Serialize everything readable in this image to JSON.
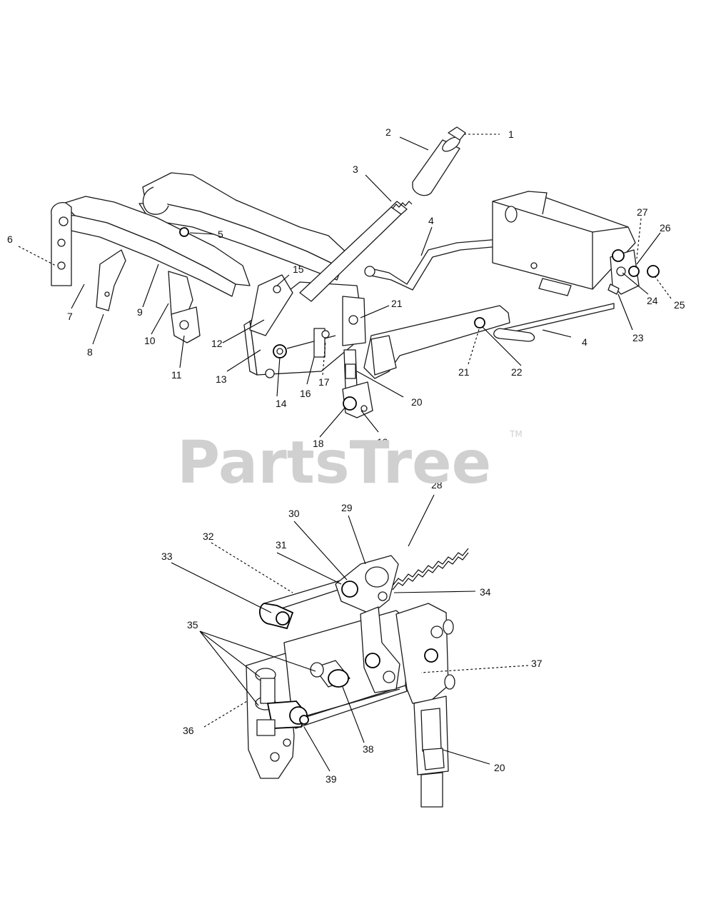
{
  "watermark": {
    "brand": "PartsTree",
    "trademark": "TM"
  },
  "callouts": [
    {
      "id": "c1",
      "label": "1"
    },
    {
      "id": "c2",
      "label": "2"
    },
    {
      "id": "c3",
      "label": "3"
    },
    {
      "id": "c4a",
      "label": "4"
    },
    {
      "id": "c4b",
      "label": "4"
    },
    {
      "id": "c5",
      "label": "5"
    },
    {
      "id": "c6",
      "label": "6"
    },
    {
      "id": "c7",
      "label": "7"
    },
    {
      "id": "c8",
      "label": "8"
    },
    {
      "id": "c9",
      "label": "9"
    },
    {
      "id": "c10",
      "label": "10"
    },
    {
      "id": "c11",
      "label": "11"
    },
    {
      "id": "c12",
      "label": "12"
    },
    {
      "id": "c13",
      "label": "13"
    },
    {
      "id": "c14",
      "label": "14"
    },
    {
      "id": "c15",
      "label": "15"
    },
    {
      "id": "c16",
      "label": "16"
    },
    {
      "id": "c17",
      "label": "17"
    },
    {
      "id": "c18",
      "label": "18"
    },
    {
      "id": "c19",
      "label": "19"
    },
    {
      "id": "c20a",
      "label": "20"
    },
    {
      "id": "c20b",
      "label": "20"
    },
    {
      "id": "c21a",
      "label": "21"
    },
    {
      "id": "c21b",
      "label": "21"
    },
    {
      "id": "c22",
      "label": "22"
    },
    {
      "id": "c23",
      "label": "23"
    },
    {
      "id": "c24",
      "label": "24"
    },
    {
      "id": "c25",
      "label": "25"
    },
    {
      "id": "c26",
      "label": "26"
    },
    {
      "id": "c27",
      "label": "27"
    },
    {
      "id": "c28",
      "label": "28"
    },
    {
      "id": "c29",
      "label": "29"
    },
    {
      "id": "c30",
      "label": "30"
    },
    {
      "id": "c31",
      "label": "31"
    },
    {
      "id": "c32",
      "label": "32"
    },
    {
      "id": "c33",
      "label": "33"
    },
    {
      "id": "c34",
      "label": "34"
    },
    {
      "id": "c35",
      "label": "35"
    },
    {
      "id": "c36",
      "label": "36"
    },
    {
      "id": "c37",
      "label": "37"
    },
    {
      "id": "c38",
      "label": "38"
    },
    {
      "id": "c39",
      "label": "39"
    }
  ]
}
